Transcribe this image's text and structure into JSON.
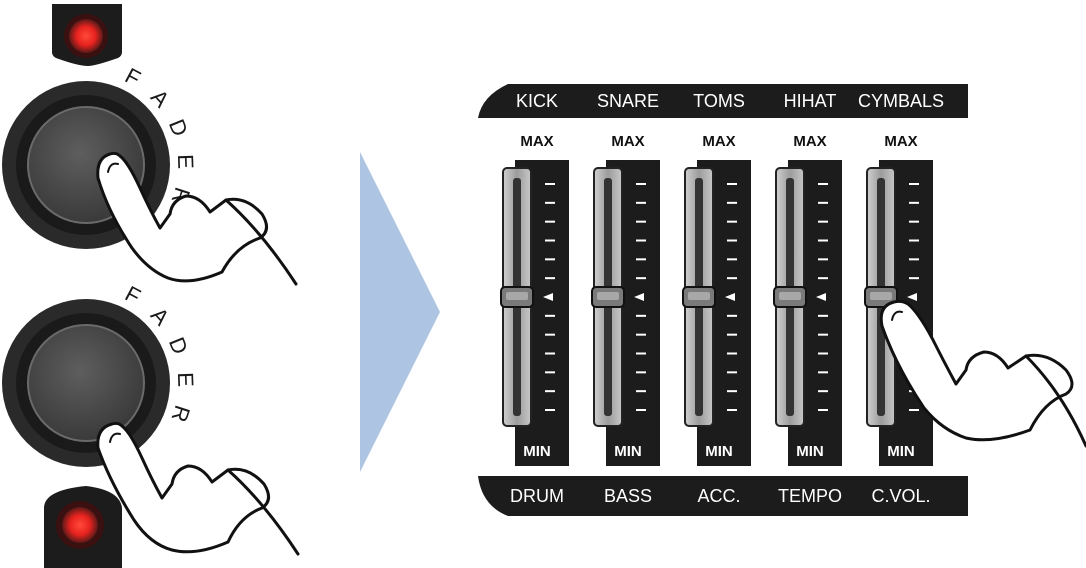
{
  "buttons": [
    {
      "label": "FADER",
      "led": "top"
    },
    {
      "label": "FADER",
      "led": "bottom"
    }
  ],
  "mixer": {
    "top_labels": [
      "KICK",
      "SNARE",
      "TOMS",
      "HIHAT",
      "CYMBALS"
    ],
    "bottom_labels": [
      "DRUM",
      "BASS",
      "ACC.",
      "TEMPO",
      "C.VOL."
    ],
    "max_label": "MAX",
    "min_label": "MIN",
    "fader_levels": [
      0.5,
      0.5,
      0.5,
      0.5,
      0.5
    ]
  },
  "colors": {
    "led": "#e8231f",
    "arrow": "#adc4e3",
    "panel": "#1c1c1c",
    "fader_track": "#b3b3b3",
    "knob_outer": "#2a2a2a",
    "knob_inner": "#4a4a4a"
  }
}
